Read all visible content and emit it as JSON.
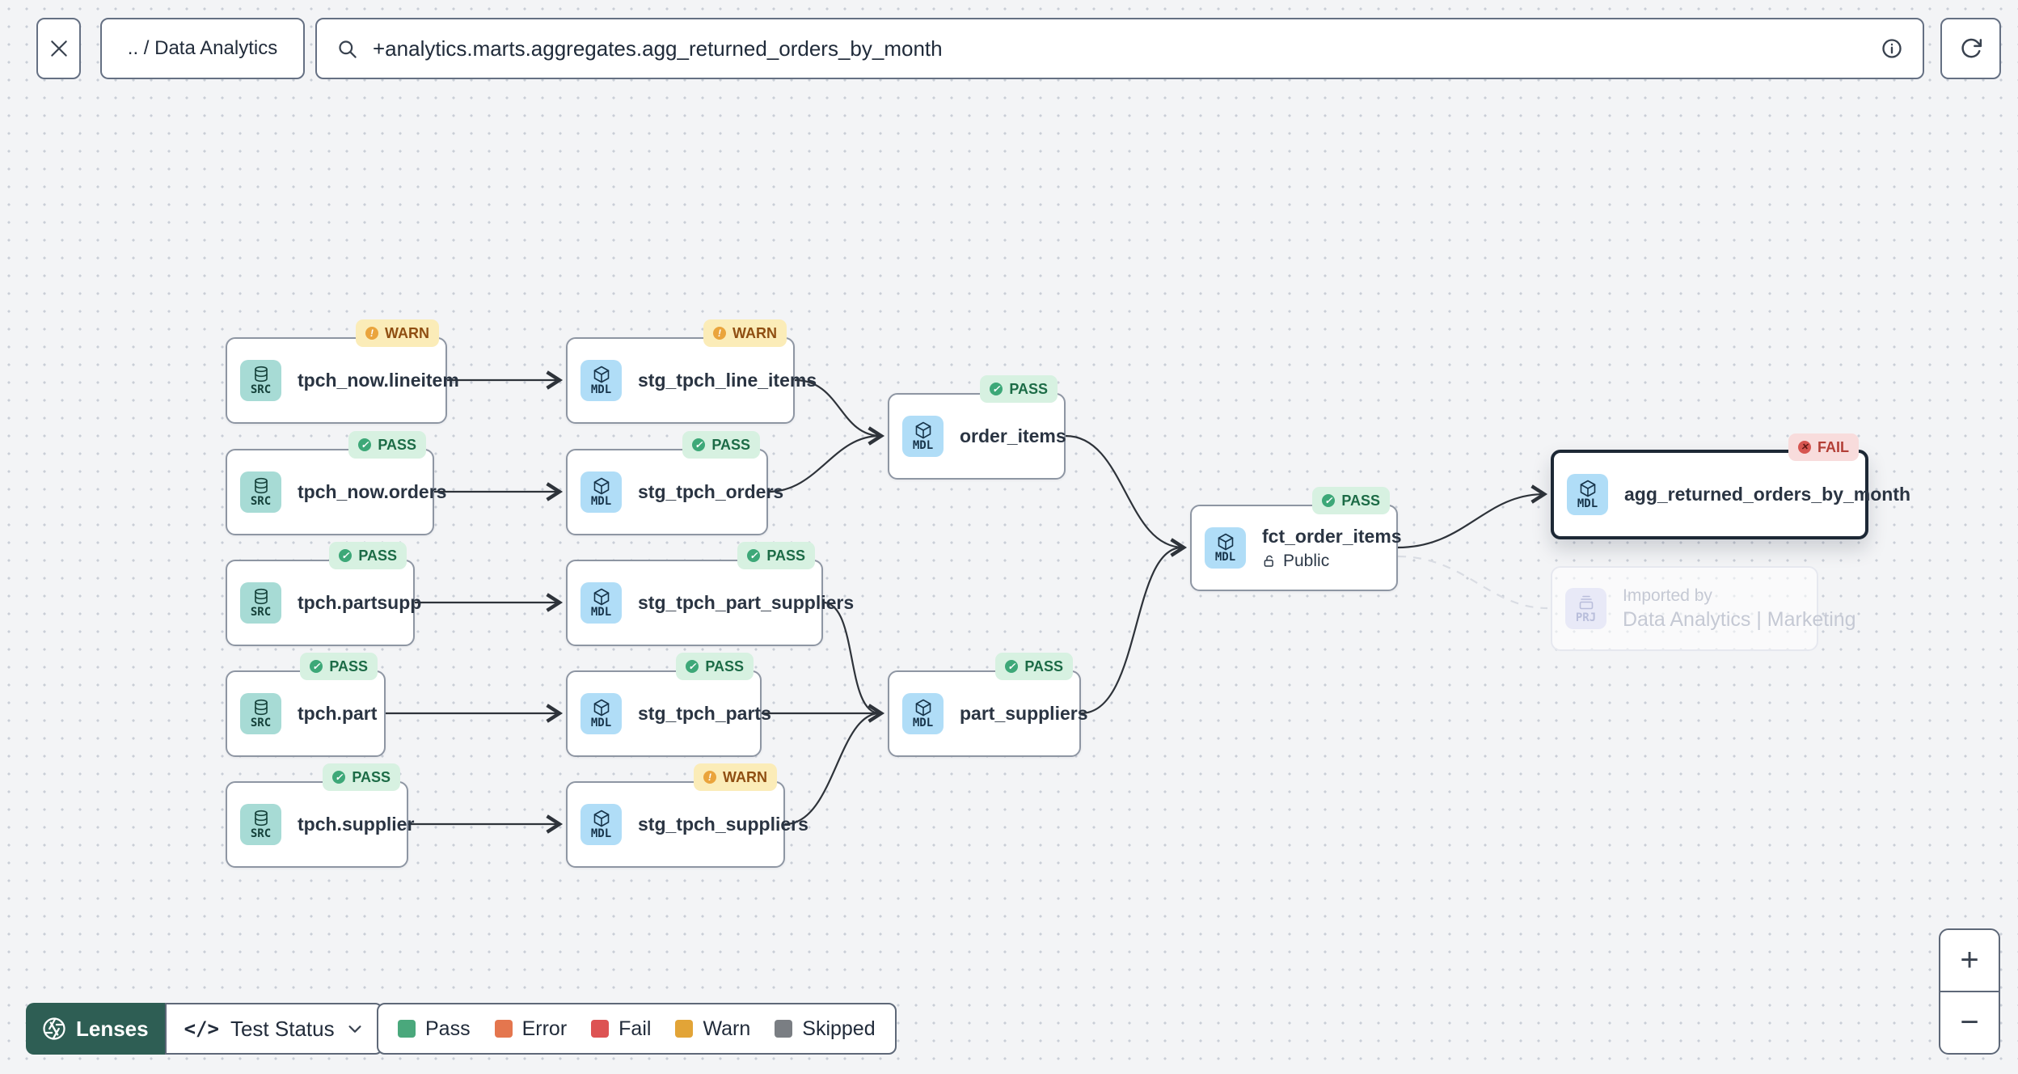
{
  "topbar": {
    "breadcrumb": ".. / Data Analytics",
    "search_value": "+analytics.marts.aggregates.agg_returned_orders_by_month"
  },
  "nodes": [
    {
      "label": "tpch_now.lineitem",
      "type": "SRC",
      "badge": "WARN"
    },
    {
      "label": "tpch_now.orders",
      "type": "SRC",
      "badge": "PASS"
    },
    {
      "label": "tpch.partsupp",
      "type": "SRC",
      "badge": "PASS"
    },
    {
      "label": "tpch.part",
      "type": "SRC",
      "badge": "PASS"
    },
    {
      "label": "tpch.supplier",
      "type": "SRC",
      "badge": "PASS"
    },
    {
      "label": "stg_tpch_line_items",
      "type": "MDL",
      "badge": "WARN"
    },
    {
      "label": "stg_tpch_orders",
      "type": "MDL",
      "badge": "PASS"
    },
    {
      "label": "stg_tpch_part_suppliers",
      "type": "MDL",
      "badge": "PASS"
    },
    {
      "label": "stg_tpch_parts",
      "type": "MDL",
      "badge": "PASS"
    },
    {
      "label": "stg_tpch_suppliers",
      "type": "MDL",
      "badge": "WARN"
    },
    {
      "label": "order_items",
      "type": "MDL",
      "badge": "PASS"
    },
    {
      "label": "part_suppliers",
      "type": "MDL",
      "badge": "PASS"
    },
    {
      "label": "fct_order_items",
      "type": "MDL",
      "badge": "PASS",
      "sublabel": "Public"
    },
    {
      "label": "agg_returned_orders_by_month",
      "type": "MDL",
      "badge": "FAIL"
    },
    {
      "type": "PRJ",
      "line1": "Imported by",
      "line2": "Data Analytics | Marketing"
    }
  ],
  "lenses": {
    "button_label": "Lenses",
    "button_color": "#2e5e54",
    "selector_icon": "</>",
    "selector_label": "Test Status"
  },
  "legend": {
    "items": [
      {
        "label": "Pass",
        "color": "#4aa87c"
      },
      {
        "label": "Error",
        "color": "#e4764e"
      },
      {
        "label": "Fail",
        "color": "#dd5353"
      },
      {
        "label": "Warn",
        "color": "#e2a437"
      },
      {
        "label": "Skipped",
        "color": "#7a7e83"
      }
    ]
  },
  "zoom_controls": {
    "zoom_in": "+",
    "zoom_out": "−"
  },
  "status_colors": {
    "pass": "#3da878",
    "warn": "#eaa43c",
    "fail": "#d65550"
  }
}
